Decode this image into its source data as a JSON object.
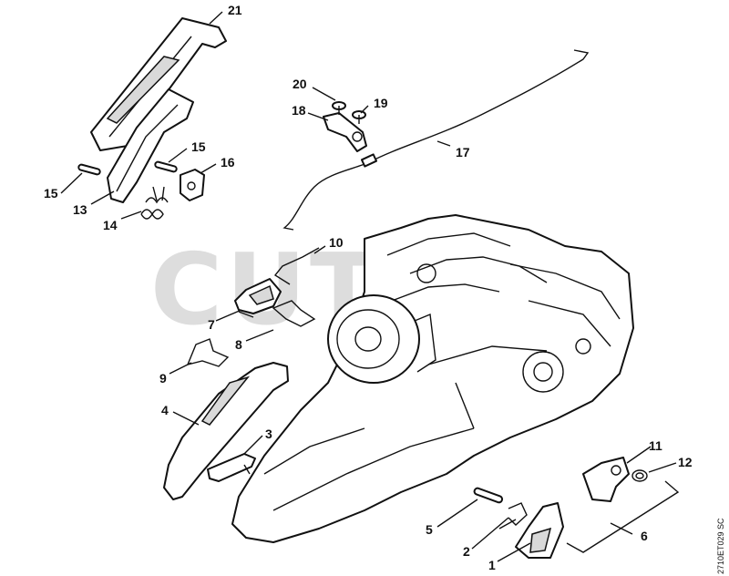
{
  "diagram": {
    "watermark": "CUTI",
    "drawing_code": "2710ET029 SC",
    "callouts": [
      {
        "id": "c21",
        "label": "21"
      },
      {
        "id": "c20",
        "label": "20"
      },
      {
        "id": "c19",
        "label": "19"
      },
      {
        "id": "c18",
        "label": "18"
      },
      {
        "id": "c17",
        "label": "17"
      },
      {
        "id": "c16",
        "label": "16"
      },
      {
        "id": "c15a",
        "label": "15"
      },
      {
        "id": "c15b",
        "label": "15"
      },
      {
        "id": "c13",
        "label": "13"
      },
      {
        "id": "c14",
        "label": "14"
      },
      {
        "id": "c10",
        "label": "10"
      },
      {
        "id": "c7",
        "label": "7"
      },
      {
        "id": "c8",
        "label": "8"
      },
      {
        "id": "c9",
        "label": "9"
      },
      {
        "id": "c4",
        "label": "4"
      },
      {
        "id": "c3",
        "label": "3"
      },
      {
        "id": "c11",
        "label": "11"
      },
      {
        "id": "c12",
        "label": "12"
      },
      {
        "id": "c5",
        "label": "5"
      },
      {
        "id": "c6",
        "label": "6"
      },
      {
        "id": "c2",
        "label": "2"
      },
      {
        "id": "c1",
        "label": "1"
      }
    ]
  }
}
